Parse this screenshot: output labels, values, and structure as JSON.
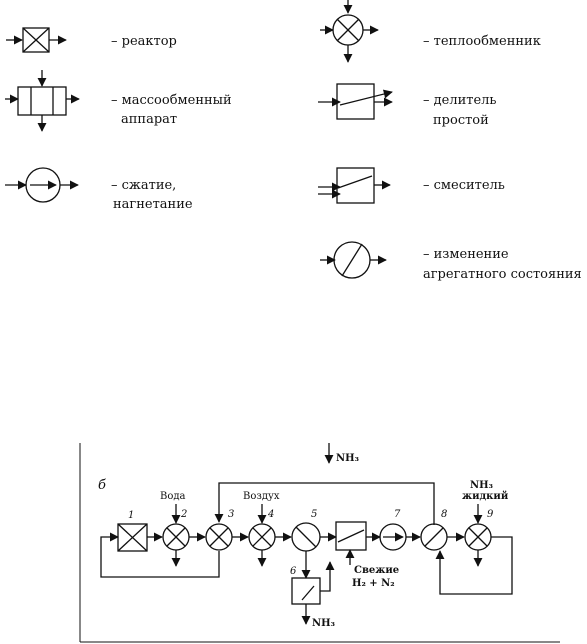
{
  "legend": {
    "reactor": "– реактор",
    "mass_exchange": [
      "– массообменный",
      "аппарат"
    ],
    "compression": [
      "– сжатие,",
      "нагнетание"
    ],
    "heat_exchanger": "– теплообменник",
    "splitter": [
      "– делитель",
      "простой"
    ],
    "mixer": "– смеситель",
    "phase_change": [
      "– изменение",
      "агрегатного состояния"
    ]
  },
  "scheme": {
    "panel_letter": "б",
    "nh3_top": "NH₃",
    "water": "Вода",
    "air": "Воздух",
    "nh3_liquid": [
      "NH₃",
      "жидкий"
    ],
    "fresh": [
      "Свежие",
      "H₂ + N₂"
    ],
    "nh3_out": "NH₃",
    "numbers": [
      "1",
      "2",
      "3",
      "4",
      "5",
      "6",
      "7",
      "8",
      "9"
    ]
  }
}
